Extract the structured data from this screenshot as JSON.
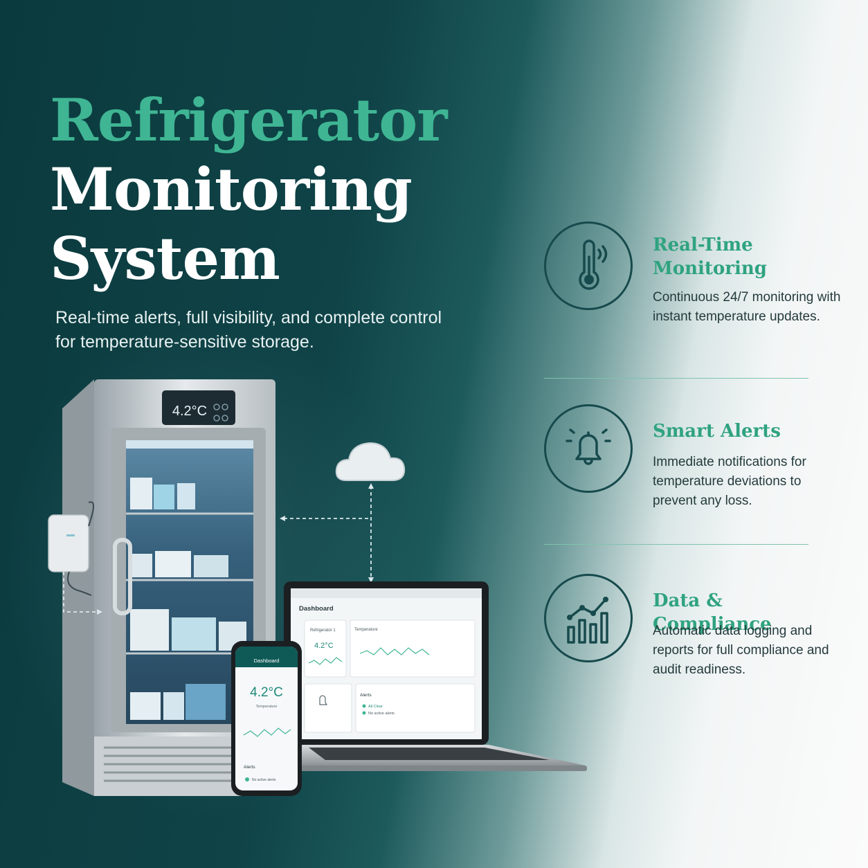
{
  "hero": {
    "title_line1": "Refrigerator",
    "title_line2": "Monitoring",
    "title_line3": "System",
    "subtitle": "Real-time alerts, full visibility, and complete control for temperature-sensitive storage."
  },
  "features": [
    {
      "icon": "thermometer-icon",
      "title": "Real-Time Monitoring",
      "description": "Continuous 24/7 monitoring with instant temperature updates."
    },
    {
      "icon": "bell-icon",
      "title": "Smart Alerts",
      "description": "Immediate notifications for temperature deviations to prevent any loss."
    },
    {
      "icon": "chart-icon",
      "title": "Data & Compliance",
      "description": "Automatic data logging and reports for full compliance and audit readiness."
    }
  ],
  "fridge": {
    "display_temp": "4.2°C"
  },
  "laptop": {
    "header": "Dashboard",
    "card_unit": "Refrigerator 1",
    "card_temp": "4.2°C",
    "chart_title": "Temperature",
    "alerts_title": "Alerts",
    "alert_status": "All Clear",
    "alert_detail": "No active alerts"
  },
  "phone": {
    "header": "Dashboard",
    "temp": "4.2°C",
    "temp_caption": "Temperature",
    "alerts_title": "Alerts",
    "alert_detail": "No active alerts"
  },
  "colors": {
    "accent_green": "#3fb593",
    "dark_teal": "#0b3a3e",
    "icon_stroke": "#174a4d"
  }
}
